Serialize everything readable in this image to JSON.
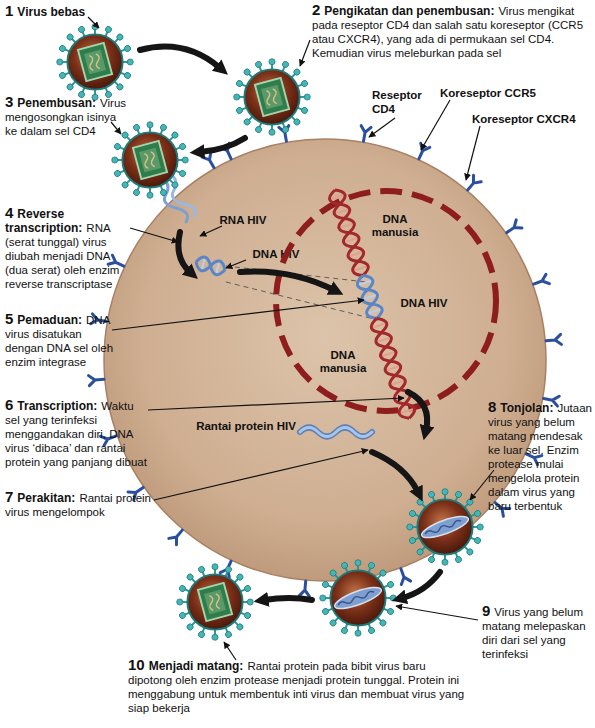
{
  "diagram": {
    "nodes": [
      {
        "text": [
          "RNA HIV",
          "DNA HIV",
          "Rantai protein HIV"
        ]
      },
      {
        "text": [
          "DNA manusia",
          "DNA HIV",
          "DNA manusia"
        ],
        "in": 0
      }
    ],
    "labels": [
      "1",
      "Virus bebas",
      "2",
      "Pengikatan dan penembusan:",
      "Virus mengikat pada reseptor CD4 dan salah satu koreseptor (CCR5 atau CXCR4), yang ada di permukaan sel CD4. Kemudian virus meleburkan pada sel",
      "Reseptor CD4",
      "Koreseptor CCR5",
      "Koreseptor CXCR4",
      "3",
      "Penembusan:",
      "Virus mengosongkan isinya ke dalam sel CD4",
      "4",
      "Reverse transcription:",
      "RNA (serat tunggal) virus diubah menjadi DNA (dua serat) oleh enzim reverse transcriptase",
      "5",
      "Pemaduan:",
      "DNA virus disatukan dengan DNA sel oleh enzim integrase",
      "6",
      "Transcription:",
      "Waktu sel yang terinfeksi menggandakan diri, DNA virus ‘dibaca’ dan rantai protein yang panjang dibuat",
      "7",
      "Perakitan:",
      "Rantai protein virus mengelompok",
      "8",
      "Tonjolan:",
      "Jutaan virus yang belum matang mendesak ke luar sel. Enzim protease mulai mengelola protein dalam virus yang baru terbentuk",
      "9",
      "Virus yang belum matang melepaskan diri dari sel yang terinfeksi",
      "10",
      "Menjadi matang:",
      "Rantai protein pada bibit virus baru dipotong oleh enzim protease menjadi protein tunggal. Protein ini menggabung untuk membentuk inti virus dan membuat virus yang siap bekerja"
    ]
  }
}
